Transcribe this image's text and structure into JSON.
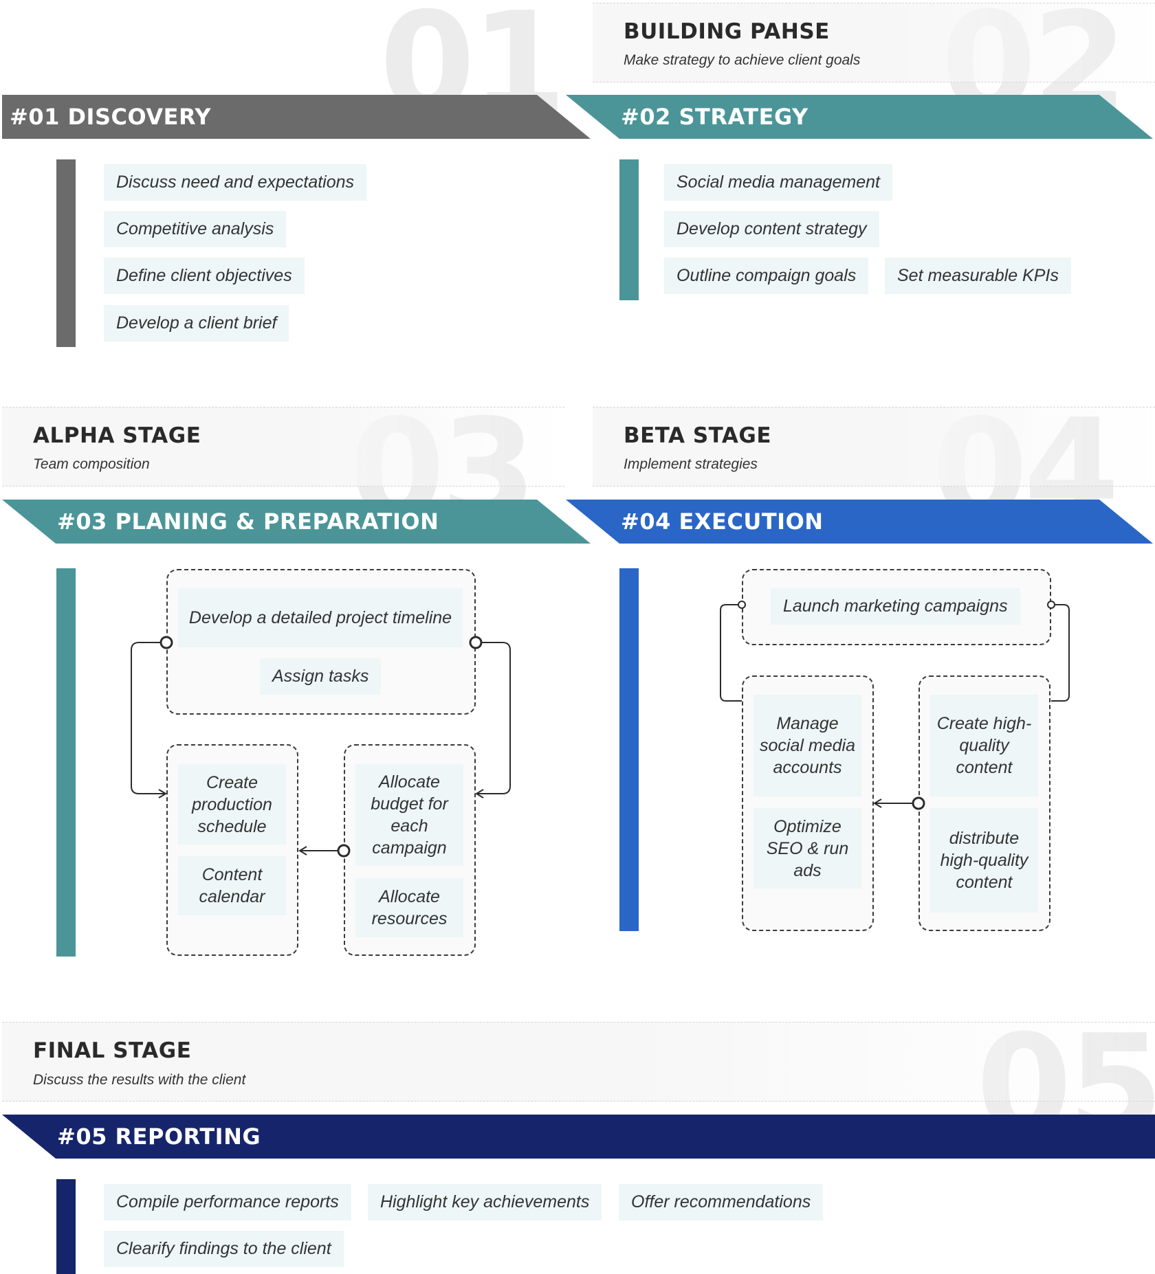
{
  "colors": {
    "gray": "#6b6b6b",
    "teal": "#4b9598",
    "blue": "#2a66c6",
    "navy": "#16256b",
    "chip_bg": "#eef6f7"
  },
  "p1": {
    "number": "01",
    "ribbon": "#01 DISCOVERY",
    "items": [
      "Discuss need and expectations",
      "Competitive analysis",
      "Define client objectives",
      "Develop a client brief"
    ]
  },
  "p2": {
    "number": "02",
    "stage_title": "BUILDING PAHSE",
    "stage_subtitle": "Make strategy to achieve client goals",
    "ribbon": "#02 STRATEGY",
    "items": [
      "Social media management",
      "Develop content strategy",
      "Outline compaign goals",
      "Set measurable KPIs"
    ]
  },
  "p3": {
    "number": "03",
    "stage_title": "ALPHA STAGE",
    "stage_subtitle": "Team composition",
    "ribbon": "#03 PLANING & PREPARATION",
    "top": [
      "Develop a detailed project timeline",
      "Assign tasks"
    ],
    "left": [
      "Create production schedule",
      "Content calendar"
    ],
    "right": [
      "Allocate budget for each campaign",
      "Allocate resources"
    ]
  },
  "p4": {
    "number": "04",
    "stage_title": "BETA STAGE",
    "stage_subtitle": "Implement strategies",
    "ribbon": "#04 EXECUTION",
    "top": [
      "Launch marketing campaigns"
    ],
    "left": [
      "Manage social media accounts",
      "Optimize SEO & run ads"
    ],
    "right": [
      "Create high-quality content",
      "distribute high-quality content"
    ]
  },
  "p5": {
    "number": "05",
    "stage_title": "FINAL STAGE",
    "stage_subtitle": "Discuss the results with the client",
    "ribbon": "#05 REPORTING",
    "items": [
      "Compile performance reports",
      "Highlight key achievements",
      "Offer recommendations",
      "Clearify findings to the client"
    ]
  }
}
